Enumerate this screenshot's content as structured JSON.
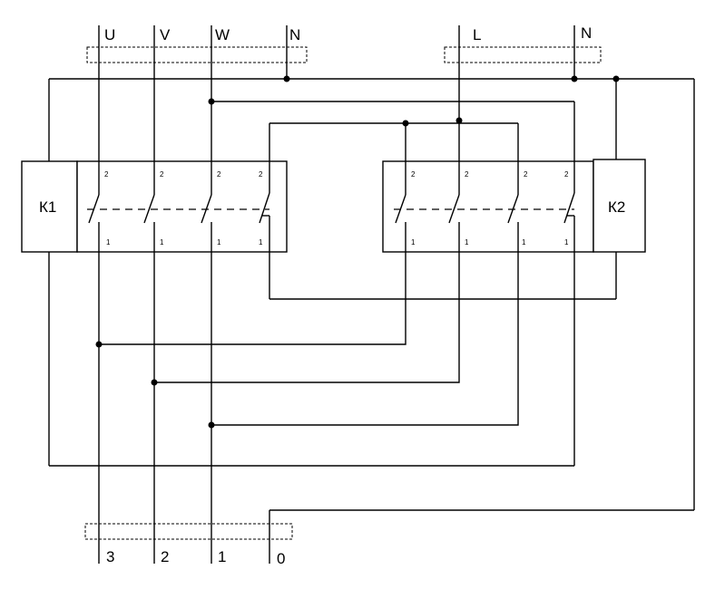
{
  "input_terminals": {
    "three_phase": [
      "U",
      "V",
      "W",
      "N"
    ],
    "single_phase": [
      "L",
      "N"
    ]
  },
  "contactors": {
    "k1": {
      "label": "К1",
      "top_pins": [
        "2",
        "2",
        "2",
        "2"
      ],
      "bottom_pins": [
        "1",
        "1",
        "1",
        "1"
      ]
    },
    "k2": {
      "label": "К2",
      "top_pins": [
        "2",
        "2",
        "2",
        "2"
      ],
      "bottom_pins": [
        "1",
        "1",
        "1",
        "1"
      ]
    }
  },
  "output_terminals": [
    "3",
    "2",
    "1",
    "0"
  ]
}
